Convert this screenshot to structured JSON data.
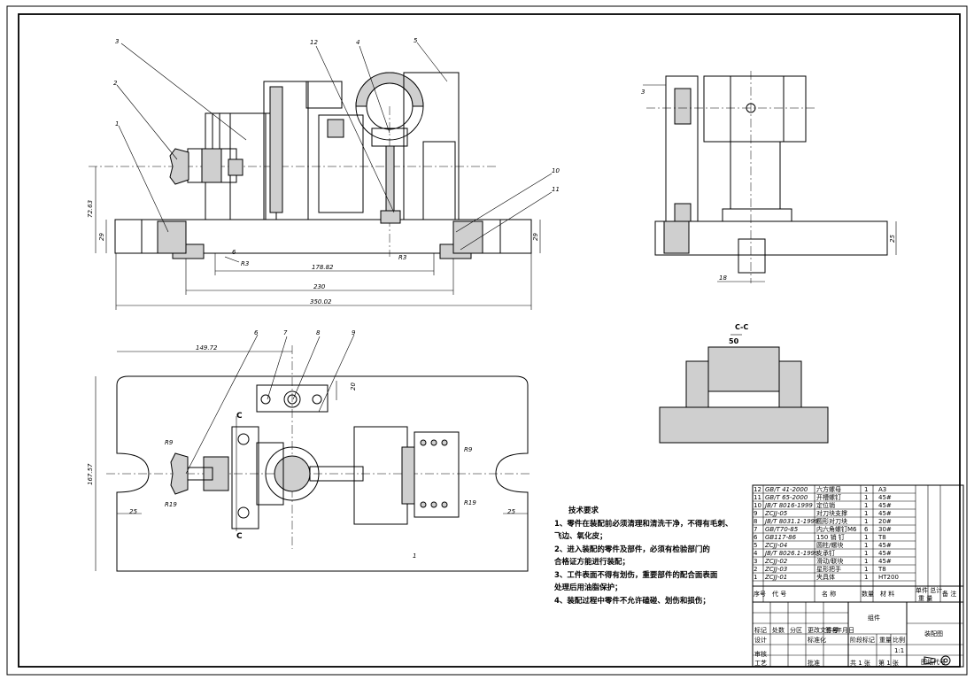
{
  "front_view": {
    "balloons": [
      "3",
      "2",
      "1",
      "12",
      "4",
      "5",
      "10",
      "11"
    ],
    "dims": {
      "height": "72.63",
      "base_left": "29",
      "base_right": "29",
      "small": "6",
      "r_left": "R3",
      "r_right": "R3",
      "d1": "178.82",
      "d2": "230",
      "d3": "350.02"
    }
  },
  "side_view": {
    "balloon": "3",
    "dims": {
      "height": "25",
      "width": "18"
    }
  },
  "section_view": {
    "title": "C-C",
    "dim": "50"
  },
  "top_view": {
    "balloons": [
      "6",
      "7",
      "8",
      "9"
    ],
    "part_no": "1",
    "dims": {
      "top": "149.72",
      "spacing": "20",
      "height": "167.57",
      "r_left_top": "R9",
      "r_left_bottom": "R19",
      "r_right_top": "R9",
      "r_right_bottom": "R19",
      "slot_left": "25",
      "slot_right": "25",
      "cut_top": "C",
      "cut_bottom": "C"
    }
  },
  "requirements": {
    "title": "技术要求",
    "lines": [
      "1、零件在装配前必须清理和清洗干净，不得有毛刺、",
      "飞边、氧化皮；",
      "2、进入装配的零件及部件，必须有检验部门的",
      "合格证方能进行装配；",
      "3、工件表面不得有划伤，重要部件的配合面表面",
      "处理后用油脂保护；",
      "4、装配过程中零件不允许磕碰、划伤和损伤；"
    ]
  },
  "bom": {
    "rows": [
      {
        "no": "12",
        "code": "GB/T 41-2000",
        "name": "六方螺母",
        "qty": "1",
        "mat": "A3"
      },
      {
        "no": "11",
        "code": "GB/T 65-2000",
        "name": "开槽螺钉",
        "qty": "1",
        "mat": "45#"
      },
      {
        "no": "10",
        "code": "JB/T 8016-1999",
        "name": "定位销",
        "qty": "1",
        "mat": "45#"
      },
      {
        "no": "9",
        "code": "ZCJJ-05",
        "name": "对刀块支撑",
        "qty": "1",
        "mat": "45#"
      },
      {
        "no": "8",
        "code": "JB/T 8031.1-1999",
        "name": "圆形对刀块",
        "qty": "1",
        "mat": "20#"
      },
      {
        "no": "7",
        "code": "GB/T70-85",
        "name": "内六角螺钉M6",
        "qty": "6",
        "mat": "30#"
      },
      {
        "no": "6",
        "code": "GB117-86",
        "name": "150 销 钉",
        "qty": "1",
        "mat": "T8"
      },
      {
        "no": "5",
        "code": "ZCJJ-04",
        "name": "圆柱/螺块",
        "qty": "1",
        "mat": "45#"
      },
      {
        "no": "4",
        "code": "JB/T 8026.1-1999",
        "name": "支承钉",
        "qty": "1",
        "mat": "45#"
      },
      {
        "no": "3",
        "code": "ZCJJ-02",
        "name": "滑动/联块",
        "qty": "1",
        "mat": "45#"
      },
      {
        "no": "2",
        "code": "ZCJJ-03",
        "name": "星形把手",
        "qty": "1",
        "mat": "T8"
      },
      {
        "no": "1",
        "code": "ZCJJ-01",
        "name": "夹具体",
        "qty": "1",
        "mat": "HT200"
      }
    ],
    "header": {
      "no": "序号",
      "code": "代 号",
      "name": "名 称",
      "qty": "数量",
      "mat": "材 料",
      "unit_total": "单件 总计",
      "weight": "重 量",
      "remark": "备 注"
    }
  },
  "title_block": {
    "assembly": "组件",
    "drawing_title": "装配图",
    "scale": "1:1",
    "scale_label": "比例",
    "weight_label": "重量",
    "stage_label": "阶段标记",
    "drawing_code_label": "图纸代号",
    "designer": "设计",
    "reviewer": "审核",
    "process": "工艺",
    "approve": "批准",
    "standard": "标准化",
    "mark_label": "标记",
    "count_label": "处数",
    "zone_label": "分区",
    "change_label": "更改文件号",
    "sign_label": "签名",
    "date_label": "年月日",
    "total_sheets": "共 1 张",
    "sheet_no": "第 1 张"
  }
}
